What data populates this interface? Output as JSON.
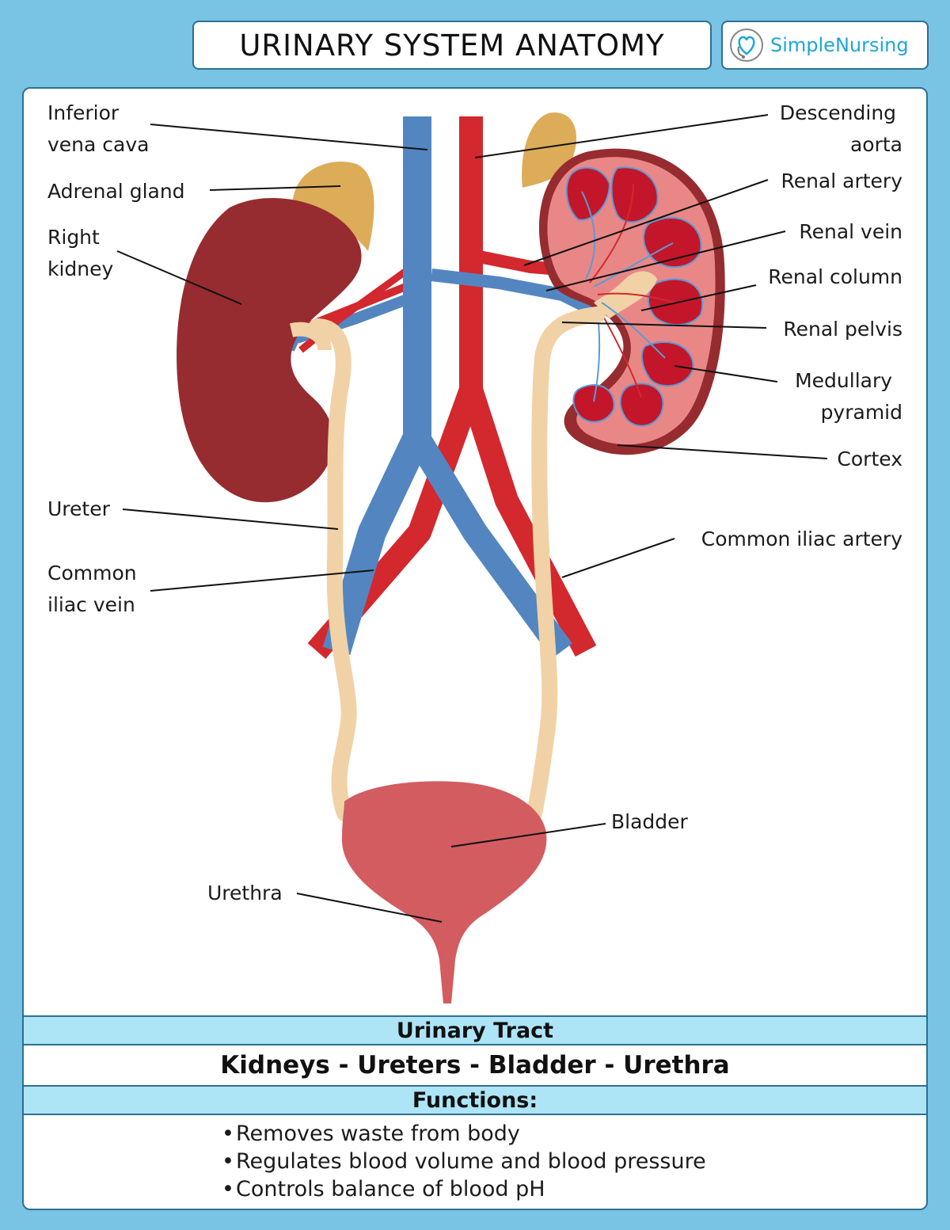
{
  "header": {
    "title": "URINARY SYSTEM ANATOMY",
    "brand": "SimpleNursing",
    "brand_icon": "heart-stethoscope-icon"
  },
  "labels": {
    "inferior_vena_cava": [
      "Inferior",
      "vena cava"
    ],
    "adrenal_gland": [
      "Adrenal gland"
    ],
    "right_kidney": [
      "Right",
      "kidney"
    ],
    "ureter": [
      "Ureter"
    ],
    "common_iliac_vein": [
      "Common",
      "iliac vein"
    ],
    "urethra": [
      "Urethra"
    ],
    "descending_aorta": [
      "Descending",
      "aorta"
    ],
    "renal_artery": [
      "Renal artery"
    ],
    "renal_vein": [
      "Renal vein"
    ],
    "renal_column": [
      "Renal column"
    ],
    "renal_pelvis": [
      "Renal pelvis"
    ],
    "medullary_pyramid": [
      "Medullary",
      "pyramid"
    ],
    "cortex": [
      "Cortex"
    ],
    "common_iliac_artery": [
      "Common iliac artery"
    ],
    "bladder": [
      "Bladder"
    ]
  },
  "summary": {
    "tract_heading": "Urinary Tract",
    "tract_sequence": "Kidneys - Ureters - Bladder - Urethra",
    "functions_heading": "Functions:",
    "functions": [
      "Removes waste from body",
      "Regulates blood volume and blood pressure",
      "Controls balance of blood pH"
    ]
  },
  "colors": {
    "background": "#79c3e4",
    "vein": "#5386c1",
    "artery": "#d3282d",
    "kidney": "#962c30",
    "kidney_section": "#e98787",
    "pyramid": "#c4162a",
    "adrenal": "#dcac58",
    "ureter": "#f1d2a6",
    "bladder": "#d35c61"
  }
}
